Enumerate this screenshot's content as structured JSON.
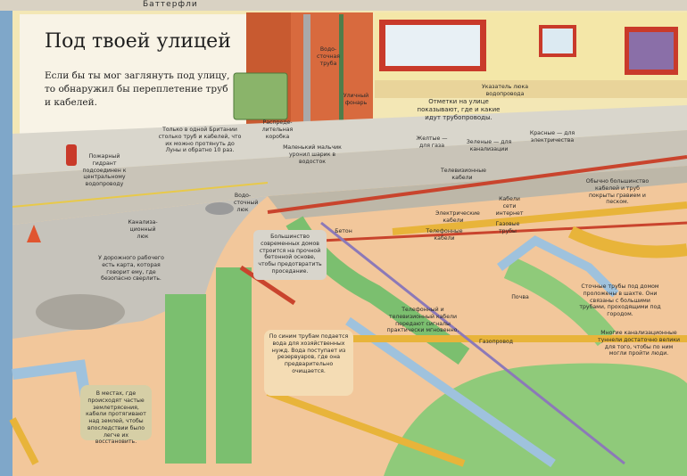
{
  "top_tab": "Баттерфли",
  "title": "Под твоей улицей",
  "intro": "Если бы ты мог заглянуть под улицу, то обнаружил бы переплетение труб и кабелей.",
  "labels": {
    "drain_pipe": "Водо-сточная труба",
    "distribution_box": "Распреде-лительная коробка",
    "street_lamp": "Уличный фонарь",
    "valve_sign": "Указатель люка водопровода",
    "markings": "Отметки на улице показывают, где и какие идут трубопроводы.",
    "fire_hydrant": "Пожарный гидрант подсоединен к центральному водопроводу",
    "britain_fact": "Только в одной Британии столько труб и кабелей, что их можно протянуть до Луны и обратно 10 раз.",
    "boy": "Маленький мальчик уронил шарик в водосток",
    "yellow_gas": "Желтые — для газа",
    "green_sewer": "Зеленые — для канализации",
    "red_electric": "Красные — для электричества",
    "tv_cables": "Телевизионные кабели",
    "sewer_hatch": "Канализа-ционный люк",
    "manhole": "Водо-сточный люк",
    "road_workers": "У дорожного рабочего есть карта, которая говорит ему, где безопасно сверлить.",
    "electric_cables": "Электрические кабели",
    "fiber_cable": "Кабели сети интернет",
    "gas_pipes": "Газовые трубы",
    "cables_right": "Обычно большинство кабелей и труб покрыты гравием и песком.",
    "concrete": "Бетон",
    "modern_sewers": "Большинство современных домов строится на прочной бетонной основе, чтобы предотвратить проседание.",
    "phone_cables": "Телефонные кабели",
    "pipe": "Почва",
    "house_pipes": "Сточные трубы под домом проложены в шахте. Они связаны с большими трубами, проходящими под городом.",
    "phone_tv": "Телефонный и телевизионный кабели передают сигналы практически мгновенно.",
    "gas_main": "Газопровод",
    "blue_pipes": "По синим трубам подается вода для хозяйственных нужд. Вода поступает из резервуаров, где она предварительно очищается.",
    "earthquake": "В местах, где происходят частые землетрясения, кабели протягивают над землей, чтобы впоследствии было легче их восстановить.",
    "sewer_tunnels": "Многие канализационные туннели достаточно велики для того, чтобы по ним могли пройти люди."
  },
  "colors": {
    "sky": "#f3e7b5",
    "wall": "#e9d49a",
    "road": "#c7c3b8",
    "soil": "#f2c79b",
    "green_pipe": "#7bbf6f",
    "blue_pipe": "#9fc2dd",
    "red_pipe": "#c9442d",
    "yellow_pipe": "#e8b43a",
    "page": "#d9d2c3"
  }
}
